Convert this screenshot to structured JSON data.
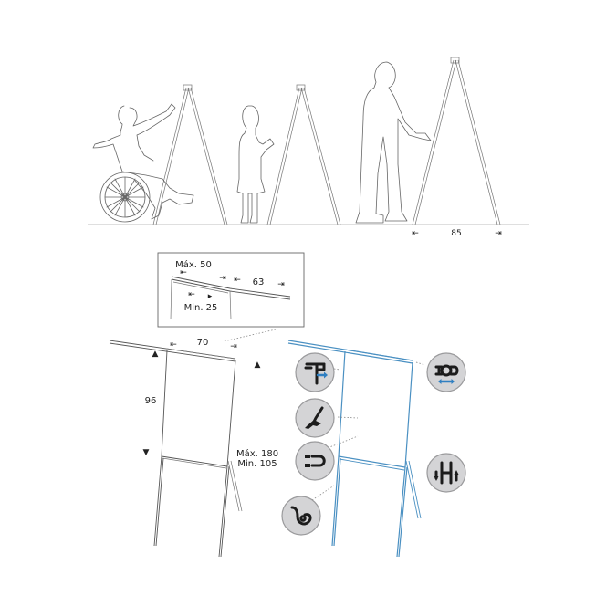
{
  "scene": {
    "title": "Flipchart easel usage and dimensions diagram",
    "colors": {
      "line": "#555555",
      "accent_blue": "#4a90c2",
      "badge_fill": "#d4d4d6",
      "badge_glyph": "#1c1c1c",
      "badge_accent": "#2f7fc1"
    }
  },
  "usage_scenes": {
    "figures": [
      {
        "id": "wheelchair-user",
        "description": "Seated person in wheelchair writing on easel"
      },
      {
        "id": "child",
        "description": "Child standing at easel"
      },
      {
        "id": "adult",
        "description": "Standing adult adjusting easel"
      }
    ],
    "leg_spread": {
      "value": "85"
    }
  },
  "inset": {
    "arm_max": "Máx. 50",
    "arm_min": "Min. 25",
    "arm_length": "63"
  },
  "easel_dimensions": {
    "top_width": "70",
    "board_height": "96",
    "height_max": "Máx. 180",
    "height_min": "Min. 105"
  },
  "feature_badges": [
    {
      "icon": "extendable-arm-icon",
      "meaning": "Extendable side arms"
    },
    {
      "icon": "paper-clamp-icon",
      "meaning": "Adjustable paper clamp"
    },
    {
      "icon": "writing-surface-icon",
      "meaning": "Writable surface"
    },
    {
      "icon": "magnetic-icon",
      "meaning": "Magnetic board"
    },
    {
      "icon": "height-adjust-icon",
      "meaning": "Height adjustable legs"
    },
    {
      "icon": "marker-holder-icon",
      "meaning": "Marker / accessory hook"
    }
  ]
}
